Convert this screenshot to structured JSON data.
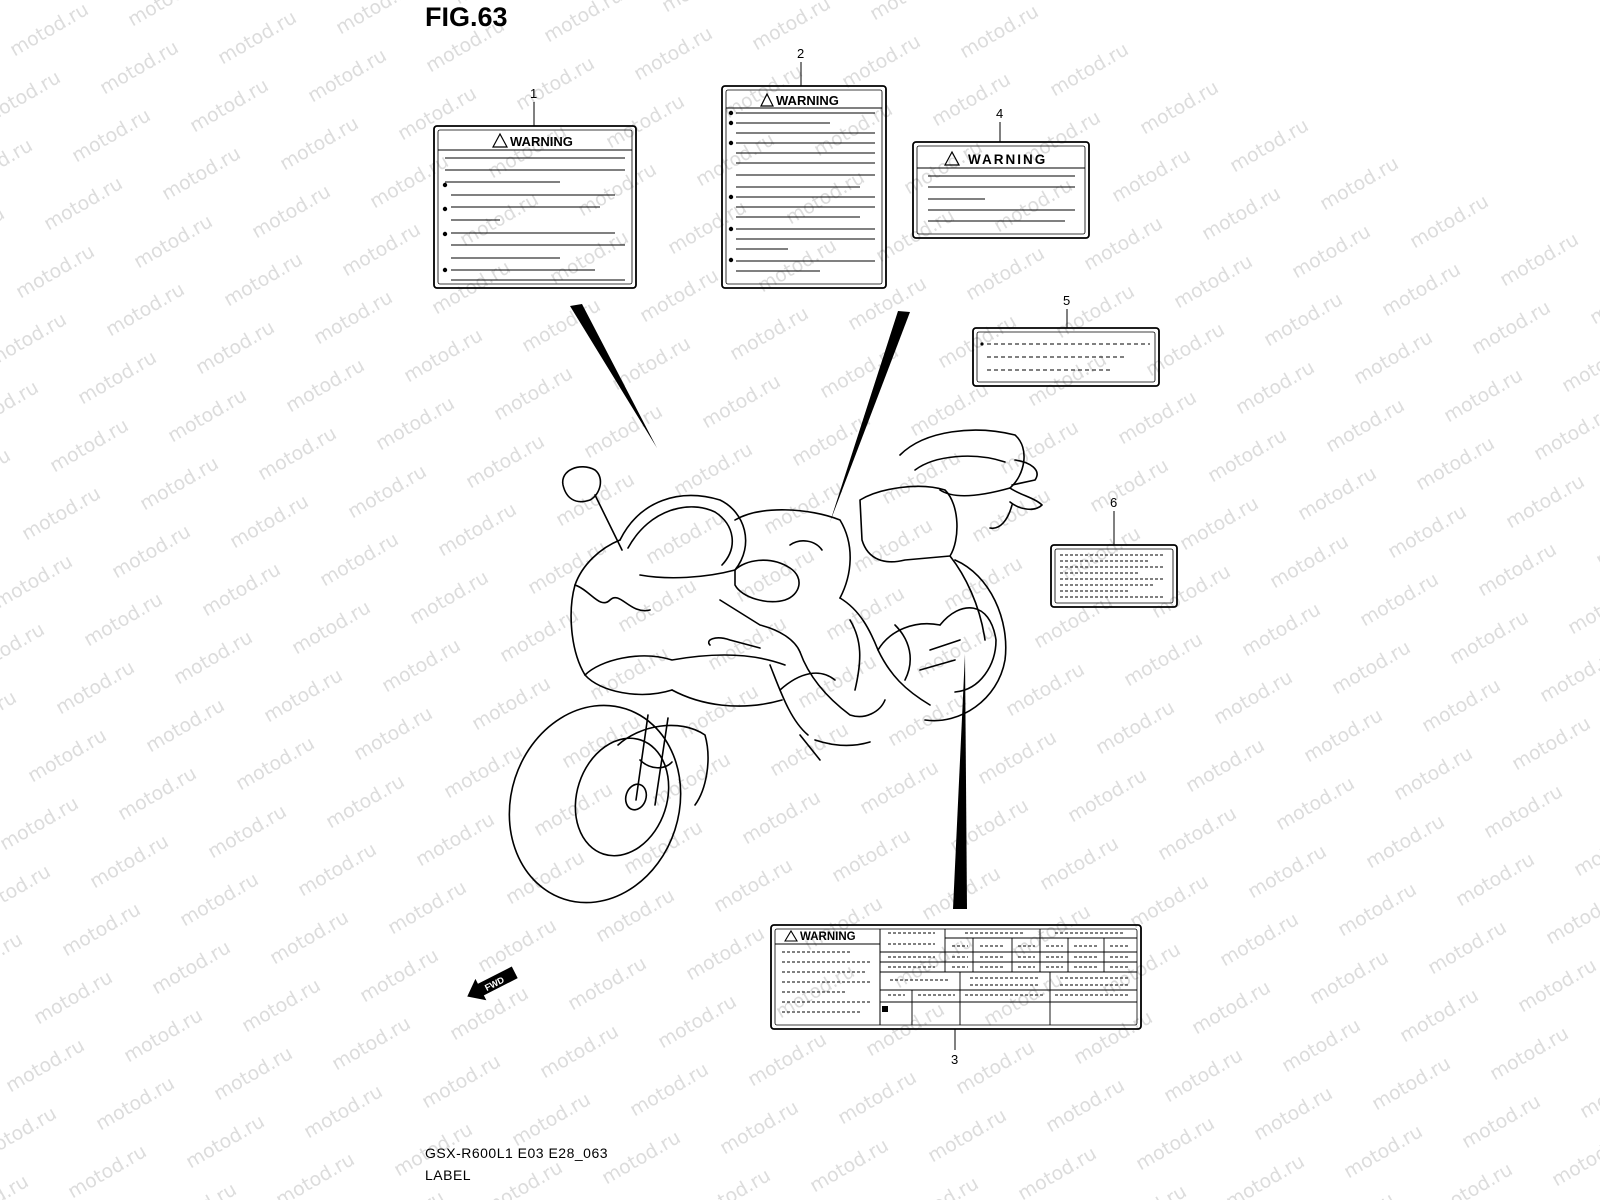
{
  "figure": {
    "title": "FIG.63",
    "model_code": "GSX-R600L1 E03 E28_063",
    "caption": "LABEL"
  },
  "watermark_text": "motod.ru",
  "direction_marker": "FWD",
  "callouts": [
    "1",
    "2",
    "3",
    "4",
    "5",
    "6"
  ],
  "labels": {
    "label_1": {
      "heading": "WARNING"
    },
    "label_2": {
      "heading": "WARNING"
    },
    "label_3": {
      "heading": "WARNING"
    },
    "label_4": {
      "heading": "WARNING"
    }
  }
}
